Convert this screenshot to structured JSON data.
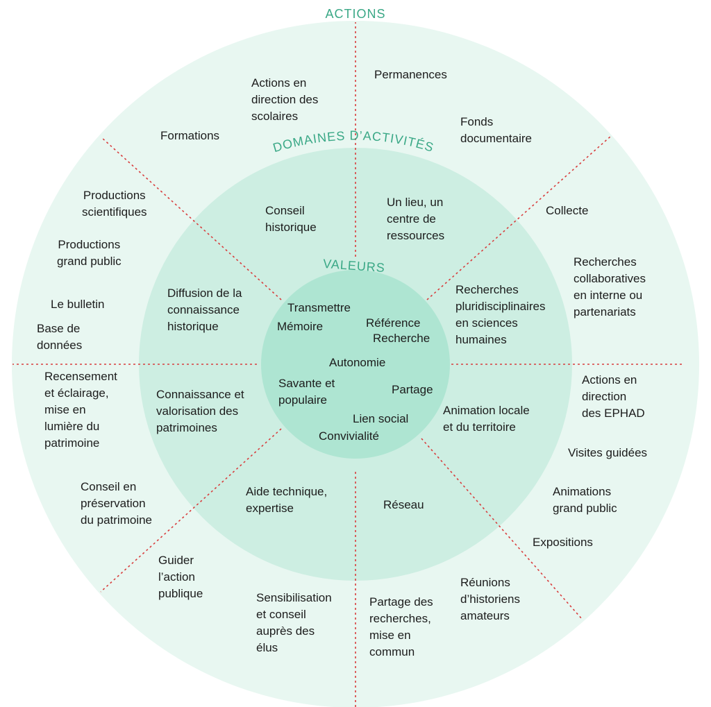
{
  "colors": {
    "outer_ring": "#e8f7f1",
    "middle_ring": "#cdeee2",
    "inner_circle": "#aee5d2",
    "divider": "#d83c3c",
    "title": "#3aa886",
    "text": "#1c1c1c"
  },
  "titles": {
    "actions": "ACTIONS",
    "domaines": "DOMAINES D’ACTIVITÉS",
    "valeurs": "VALEURS"
  },
  "actions": {
    "scolaires": "Actions en\ndirection des\nscolaires",
    "permanences": "Permanences",
    "formations": "Formations",
    "fonds": "Fonds\ndocumentaire",
    "prod_scientifiques": "Productions\nscientifiques",
    "prod_grand_public": "Productions\ngrand public",
    "bulletin": "Le bulletin",
    "base_donnees": "Base de\ndonnées",
    "collecte": "Collecte",
    "recherches_collab": "Recherches\ncollaboratives\nen interne ou\npartenariats",
    "recensement": "Recensement\net éclairage,\nmise en\nlumière du\npatrimoine",
    "ephad": "Actions en\ndirection\ndes EPHAD",
    "visites": "Visites guidées",
    "conseil_preservation": "Conseil en\npréservation\ndu patrimoine",
    "animations_gp": "Animations\ngrand public",
    "expositions": "Expositions",
    "guider": "Guider\nl’action\npublique",
    "reunions": "Réunions\nd’historiens\namateurs",
    "sensibilisation": "Sensibilisation\net conseil\nauprès des\nélus",
    "partage_recherches": "Partage des\nrecherches,\nmise en\ncommun"
  },
  "domaines": {
    "conseil_historique": "Conseil\nhistorique",
    "lieu_centre": "Un lieu, un\ncentre de\nressources",
    "diffusion": "Diffusion de la\nconnaissance\nhistorique",
    "recherches_pluri": "Recherches\npluridisciplinaires\nen sciences\nhumaines",
    "connaissance": "Connaissance et\nvalorisation des\npatrimoines",
    "animation_locale": "Animation locale\net du territoire",
    "aide_technique": "Aide technique,\nexpertise",
    "reseau": "Réseau"
  },
  "valeurs": {
    "transmettre": "Transmettre",
    "memoire": "Mémoire",
    "reference": "Référence",
    "recherche": "Recherche",
    "autonomie": "Autonomie",
    "savante": "Savante et\npopulaire",
    "partage": "Partage",
    "lien_social": "Lien social",
    "convivialite": "Convivialité"
  }
}
